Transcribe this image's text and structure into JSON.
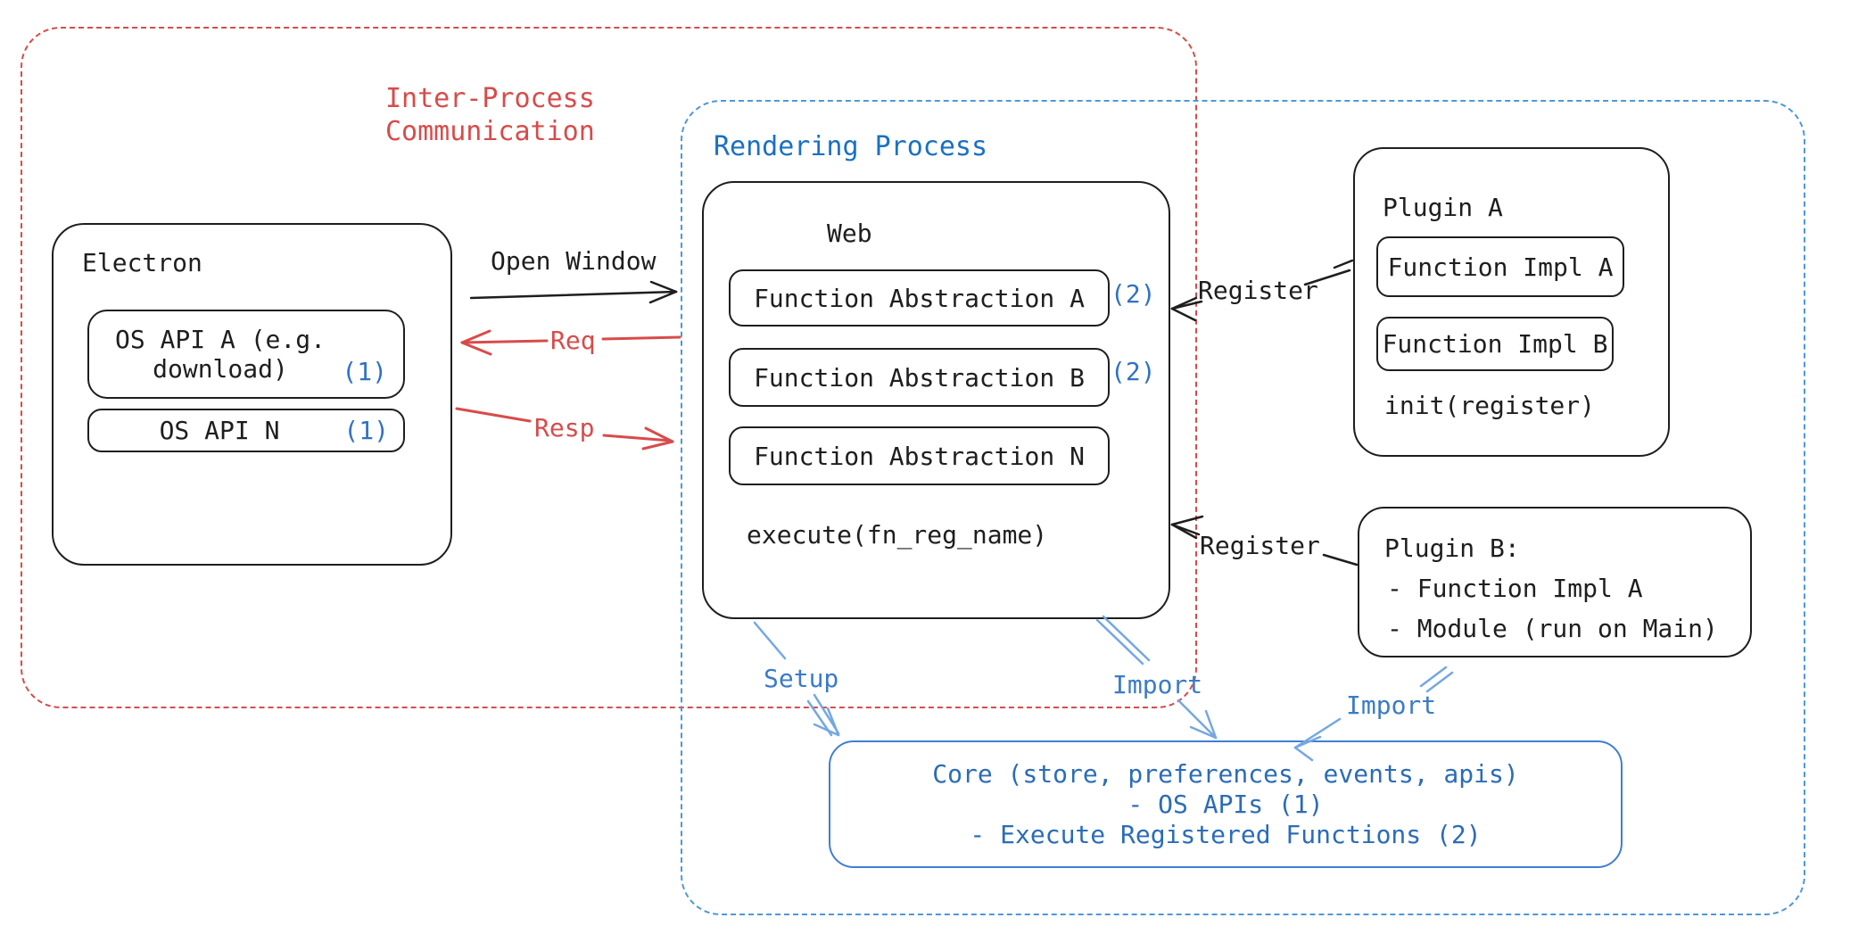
{
  "groups": {
    "ipc": {
      "label_line1": "Inter-Process",
      "label_line2": "Communication"
    },
    "rendering": {
      "label": "Rendering Process"
    }
  },
  "electron": {
    "title": "Electron",
    "api_a": {
      "line1": "OS API A (e.g.",
      "line2": "download)",
      "badge": "(1)"
    },
    "api_n": {
      "label": "OS API N",
      "badge": "(1)"
    }
  },
  "web": {
    "title": "Web",
    "abstractions": [
      {
        "label": "Function Abstraction A",
        "badge": "(2)"
      },
      {
        "label": "Function Abstraction B",
        "badge": "(2)"
      },
      {
        "label": "Function Abstraction N",
        "badge": ""
      }
    ],
    "footer": "execute(fn_reg_name)"
  },
  "plugin_a": {
    "title": "Plugin A",
    "impls": [
      "Function Impl A",
      "Function Impl B"
    ],
    "footer": "init(register)"
  },
  "plugin_b": {
    "title": "Plugin B:",
    "items": [
      "- Function Impl A",
      "- Module (run on Main)"
    ]
  },
  "core": {
    "line1": "Core (store, preferences, events, apis)",
    "line2": "- OS APIs (1)",
    "line3": "- Execute Registered Functions (2)"
  },
  "arrows": {
    "open_window": "Open Window",
    "req": "Req",
    "resp": "Resp",
    "register_top": "Register",
    "register_bottom": "Register",
    "setup": "Setup",
    "import_web": "Import",
    "import_plugin": "Import"
  },
  "colors": {
    "red": "#d84b4b",
    "blue_text": "#1971c2",
    "blue_dash": "#4f97d9",
    "arrow_blue": "#74a7e3",
    "black": "#1e1e1e"
  }
}
